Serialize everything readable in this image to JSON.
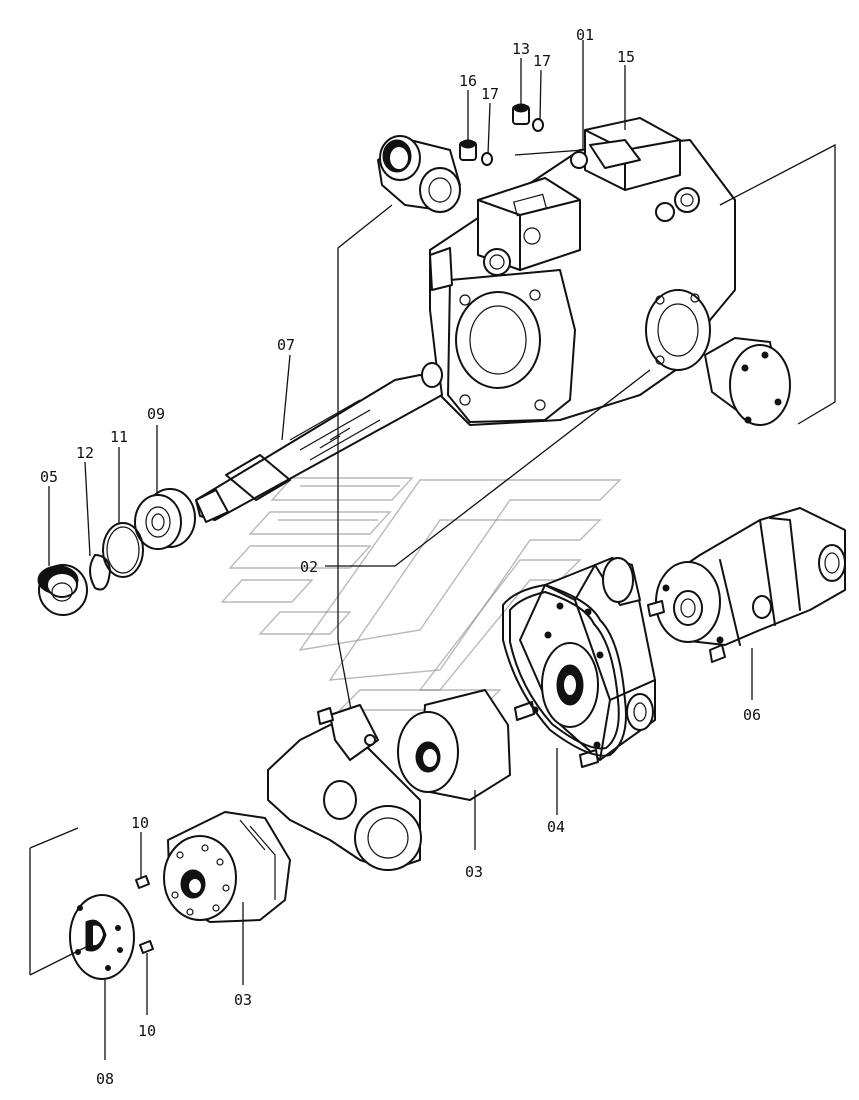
{
  "callouts": [
    {
      "id": "c-01",
      "label": "01"
    },
    {
      "id": "c-02",
      "label": "02"
    },
    {
      "id": "c-03a",
      "label": "03"
    },
    {
      "id": "c-03b",
      "label": "03"
    },
    {
      "id": "c-04",
      "label": "04"
    },
    {
      "id": "c-05",
      "label": "05"
    },
    {
      "id": "c-06",
      "label": "06"
    },
    {
      "id": "c-07",
      "label": "07"
    },
    {
      "id": "c-08",
      "label": "08"
    },
    {
      "id": "c-09",
      "label": "09"
    },
    {
      "id": "c-10a",
      "label": "10"
    },
    {
      "id": "c-10b",
      "label": "10"
    },
    {
      "id": "c-11",
      "label": "11"
    },
    {
      "id": "c-12",
      "label": "12"
    },
    {
      "id": "c-13",
      "label": "13"
    },
    {
      "id": "c-15",
      "label": "15"
    },
    {
      "id": "c-16",
      "label": "16"
    },
    {
      "id": "c-17a",
      "label": "17"
    },
    {
      "id": "c-17b",
      "label": "17"
    }
  ]
}
